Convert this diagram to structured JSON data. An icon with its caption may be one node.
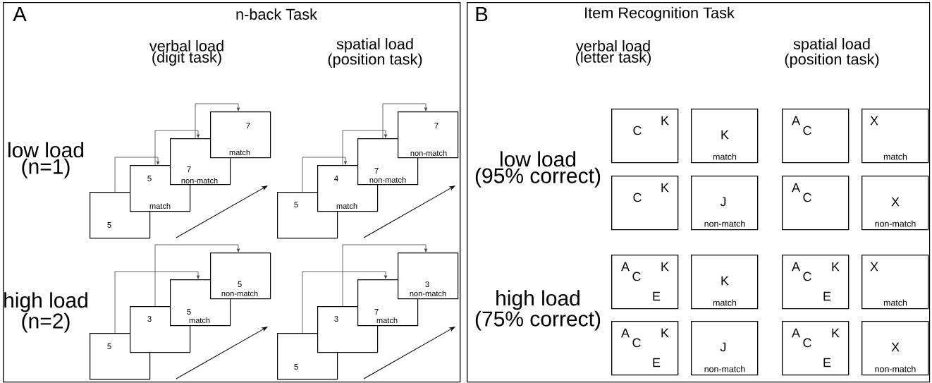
{
  "diagram": {
    "nodes": [
      {
        "text": [
          "A",
          "n-back Task"
        ]
      },
      {
        "text": [
          "B",
          "Item Recognition Task"
        ]
      },
      {
        "text": [
          "5"
        ],
        "in": 0
      },
      {
        "text": [
          "5",
          "match"
        ],
        "in": 0
      },
      {
        "text": [
          "7",
          "non-match"
        ],
        "in": 0
      },
      {
        "text": [
          "7",
          "match"
        ],
        "in": 0
      },
      {
        "text": [
          "5"
        ],
        "in": 0
      },
      {
        "text": [
          "4",
          "match"
        ],
        "in": 0
      },
      {
        "text": [
          "7",
          "non-match"
        ],
        "in": 0
      },
      {
        "text": [
          "7",
          "non-match"
        ],
        "in": 0
      },
      {
        "text": [
          "5"
        ],
        "in": 0
      },
      {
        "text": [
          "3"
        ],
        "in": 0
      },
      {
        "text": [
          "5",
          "match"
        ],
        "in": 0
      },
      {
        "text": [
          "5",
          "non-match"
        ],
        "in": 0
      },
      {
        "text": [
          "5"
        ],
        "in": 0
      },
      {
        "text": [
          "3"
        ],
        "in": 0
      },
      {
        "text": [
          "7",
          "match"
        ],
        "in": 0
      },
      {
        "text": [
          "3",
          "non-match"
        ],
        "in": 0
      },
      {
        "text": [
          "C",
          "K"
        ],
        "in": 1
      },
      {
        "text": [
          "K",
          "match"
        ],
        "in": 1
      },
      {
        "text": [
          "A",
          "C"
        ],
        "in": 1
      },
      {
        "text": [
          "X",
          "match"
        ],
        "in": 1
      },
      {
        "text": [
          "C",
          "K"
        ],
        "in": 1
      },
      {
        "text": [
          "J",
          "non-match"
        ],
        "in": 1
      },
      {
        "text": [
          "A",
          "C"
        ],
        "in": 1
      },
      {
        "text": [
          "X",
          "non-match"
        ],
        "in": 1
      },
      {
        "text": [
          "A",
          "C",
          "K",
          "E"
        ],
        "in": 1
      },
      {
        "text": [
          "K",
          "match"
        ],
        "in": 1
      },
      {
        "text": [
          "A",
          "C",
          "K",
          "E"
        ],
        "in": 1
      },
      {
        "text": [
          "X",
          "match"
        ],
        "in": 1
      },
      {
        "text": [
          "A",
          "C",
          "K",
          "E"
        ],
        "in": 1
      },
      {
        "text": [
          "J",
          "non-match"
        ],
        "in": 1
      },
      {
        "text": [
          "A",
          "C",
          "K",
          "E"
        ],
        "in": 1
      },
      {
        "text": [
          "X",
          "non-match"
        ],
        "in": 1
      }
    ],
    "edges": [
      {
        "from": 2,
        "to": 3,
        "arrow": "to"
      },
      {
        "from": 3,
        "to": 4,
        "arrow": "to"
      },
      {
        "from": 4,
        "to": 5,
        "arrow": "to"
      },
      {
        "from": 6,
        "to": 7,
        "arrow": "to"
      },
      {
        "from": 7,
        "to": 8,
        "arrow": "to"
      },
      {
        "from": 8,
        "to": 9,
        "arrow": "to"
      },
      {
        "from": 10,
        "to": 12,
        "arrow": "to"
      },
      {
        "from": 11,
        "to": 13,
        "arrow": "to"
      },
      {
        "from": 14,
        "to": 16,
        "arrow": "to"
      },
      {
        "from": 15,
        "to": 17,
        "arrow": "to"
      }
    ],
    "labels": [
      "verbal load (digit task)",
      "spatial load (position task)",
      "low load (n=1)",
      "high load (n=2)",
      "verbal load (letter task)",
      "spatial load (position task)",
      "low load (95% correct)",
      "high load (75% correct)"
    ]
  }
}
